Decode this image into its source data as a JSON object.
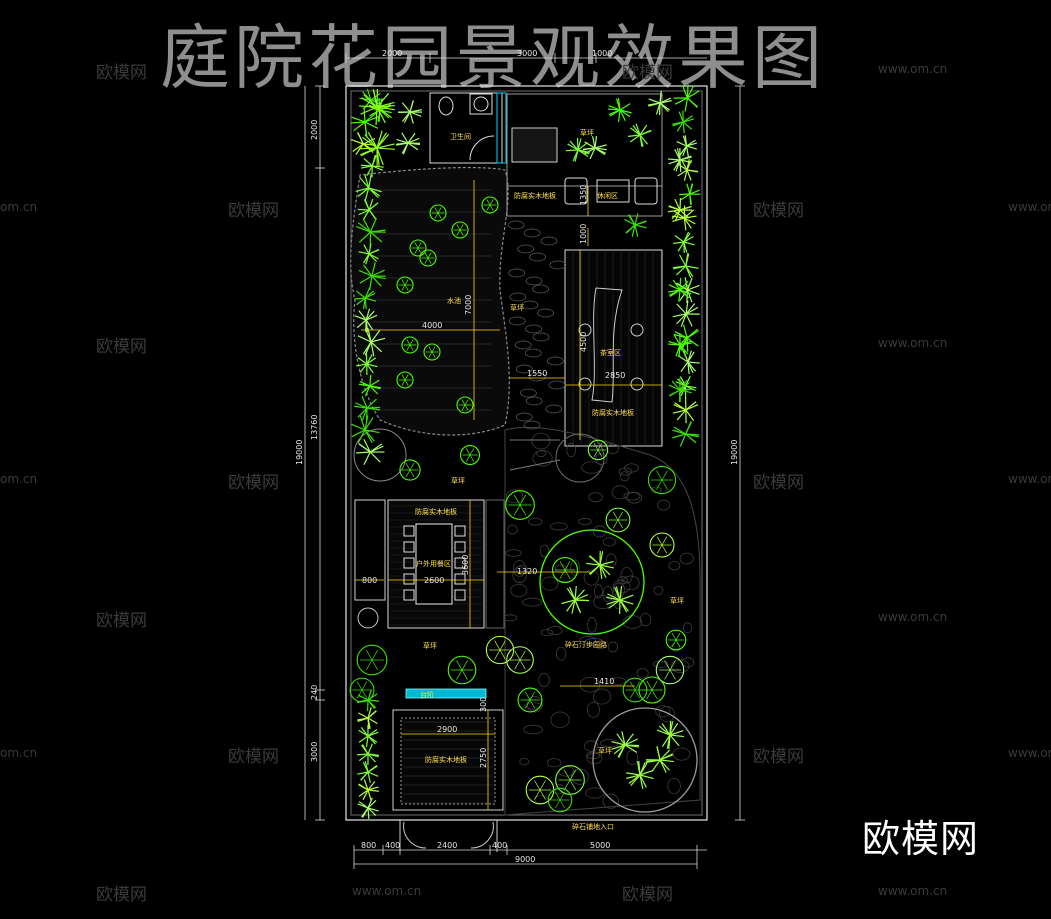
{
  "title": "庭院花园景观效果图",
  "logo": "欧模网",
  "watermarks": {
    "cn": "欧模网",
    "url": "www.om.cn",
    "url_cut": "om.cn"
  },
  "dimensions": {
    "top": [
      "2000",
      "3000",
      "1000"
    ],
    "left": [
      "2000",
      "19000",
      "13760",
      "240",
      "3000"
    ],
    "right": "19000",
    "bottom_row1": [
      "800",
      "400",
      "2400",
      "400",
      "5000"
    ],
    "bottom_row2": "9000",
    "interior": {
      "d4000": "4000",
      "d7000": "7000",
      "d1350": "1350",
      "d1000": "1000",
      "d4500": "4500",
      "d1550": "1550",
      "d2850": "2850",
      "d800": "800",
      "d2600": "2600",
      "d3600": "3600",
      "d1320": "1320",
      "d1410": "1410",
      "d2900": "2900",
      "d2750": "2750",
      "d300": "300"
    }
  },
  "labels": {
    "bathroom": "卫生间",
    "lawn_top": "草坪",
    "wood_deck": "防腐实木地板",
    "seating": "休闲区",
    "pond": "水池",
    "grass_mid": "草坪",
    "tea_area": "茶室区",
    "wood_floor": "防腐实木地板",
    "grass_west": "草坪",
    "dining_top": "防腐实木地板",
    "dining": "户外用餐区",
    "grass_east": "草坪",
    "grass_sw": "草坪",
    "stone_path": "碎石汀步园路",
    "grass_se": "草坪",
    "steps": "台阶",
    "parking_floor": "防腐实木地板",
    "entrance_path": "碎石铺地入口"
  }
}
